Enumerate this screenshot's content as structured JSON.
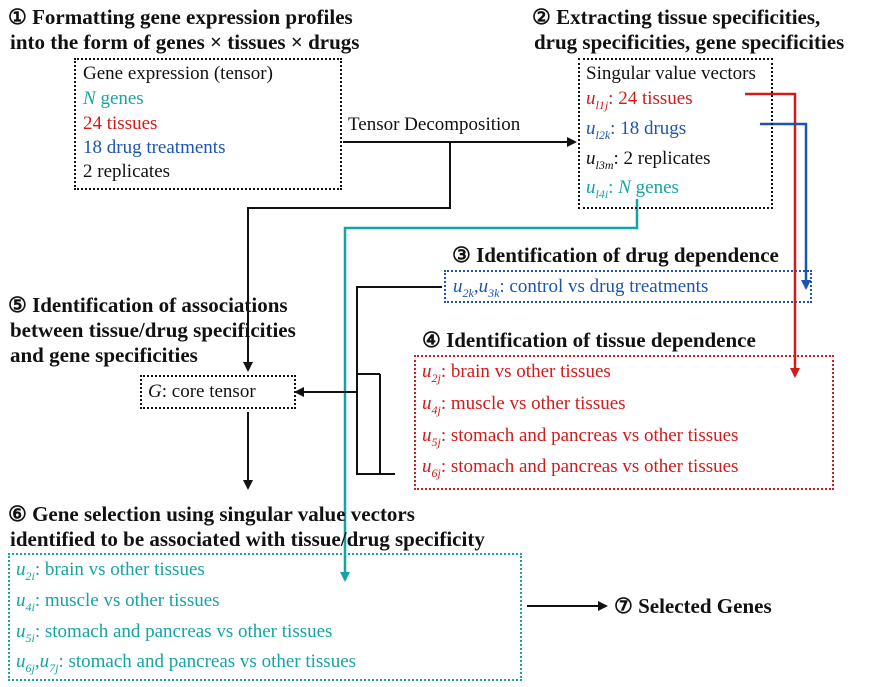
{
  "step1": {
    "num": "①",
    "line1": "Formatting gene expression profiles",
    "line2": "into the form of genes × tissues × drugs"
  },
  "box1": {
    "title": "Gene expression (tensor)",
    "genes_var": "N",
    "genes_word": "genes",
    "tissues": "24 tissues",
    "drugs": "18 drug treatments",
    "replicates": "2 replicates"
  },
  "step2": {
    "num": "②",
    "line1": "Extracting tissue specificities,",
    "line2": "drug specificities, gene specificities"
  },
  "box2": {
    "title": "Singular value vectors",
    "r1_var": "u",
    "r1_sub": "l1j",
    "r1_text": ": 24 tissues",
    "r2_var": "u",
    "r2_sub": "l2k",
    "r2_text": ": 18 drugs",
    "r3_var": "u",
    "r3_sub": "l3m",
    "r3_text": ": 2 replicates",
    "r4_var": "u",
    "r4_sub": "l4i",
    "r4_text_pre": ": ",
    "r4_N": "N",
    "r4_text_post": " genes"
  },
  "arrow_label": "Tensor Decomposition",
  "step3": {
    "num": "③",
    "title": "Identification of drug dependence",
    "a_var": "u",
    "a_sub": "2k",
    "sep": ",",
    "b_var": "u",
    "b_sub": "3k",
    "text": ": control vs drug treatments"
  },
  "step4": {
    "num": "④",
    "title": "Identification of tissue dependence",
    "rows": [
      {
        "var": "u",
        "sub": "2j",
        "text": ": brain vs other tissues"
      },
      {
        "var": "u",
        "sub": "4j",
        "text": ": muscle vs other tissues"
      },
      {
        "var": "u",
        "sub": "5j",
        "text": ": stomach and pancreas vs other tissues"
      },
      {
        "var": "u",
        "sub": "6j",
        "text": ": stomach and pancreas vs other tissues"
      }
    ]
  },
  "step5": {
    "num": "⑤",
    "line1": "Identification of associations",
    "line2": "between tissue/drug specificities",
    "line3": "and gene specificities"
  },
  "core": {
    "var": "G",
    "text": ": core tensor"
  },
  "step6": {
    "num": "⑥",
    "line1": "Gene selection using singular value vectors",
    "line2": "identified to be associated with tissue/drug specificity",
    "rows": [
      {
        "var": "u",
        "sub": "2i",
        "text": ": brain vs other tissues"
      },
      {
        "var": "u",
        "sub": "4i",
        "text": ": muscle vs other tissues"
      },
      {
        "var": "u",
        "sub": "5i",
        "text": ": stomach and pancreas vs other tissues"
      }
    ],
    "last": {
      "a_var": "u",
      "a_sub": "6j",
      "sep": ",",
      "b_var": "u",
      "b_sub": "7j",
      "text": ": stomach and pancreas vs other tissues"
    }
  },
  "step7": {
    "num": "⑦",
    "title": "Selected Genes"
  },
  "colors": {
    "teal": "#16a3a3",
    "red": "#d11a1a",
    "blue": "#1c55b0",
    "black": "#111111"
  }
}
